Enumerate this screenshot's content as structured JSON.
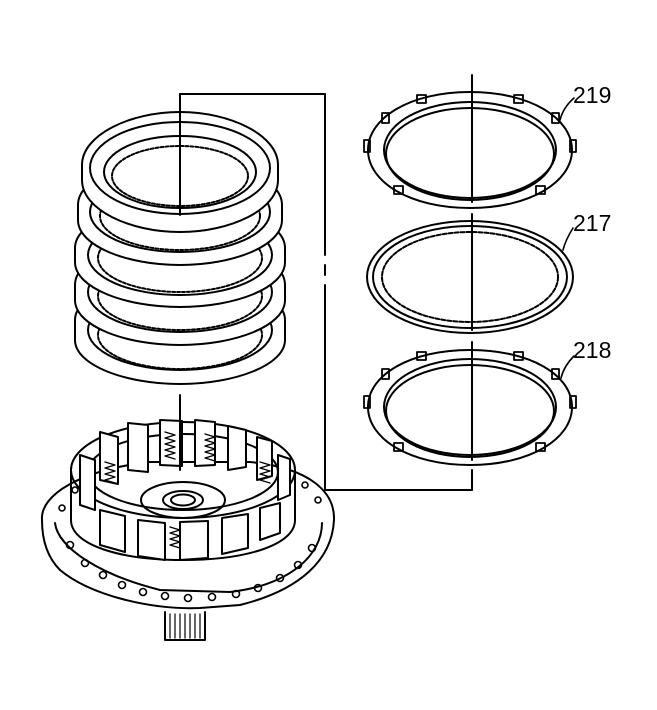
{
  "callouts": [
    {
      "id": "219",
      "text": "219"
    },
    {
      "id": "217",
      "text": "217"
    },
    {
      "id": "218",
      "text": "218"
    }
  ],
  "colors": {
    "line": "#000000",
    "background": "#ffffff",
    "shade": "#e6e6e6"
  }
}
